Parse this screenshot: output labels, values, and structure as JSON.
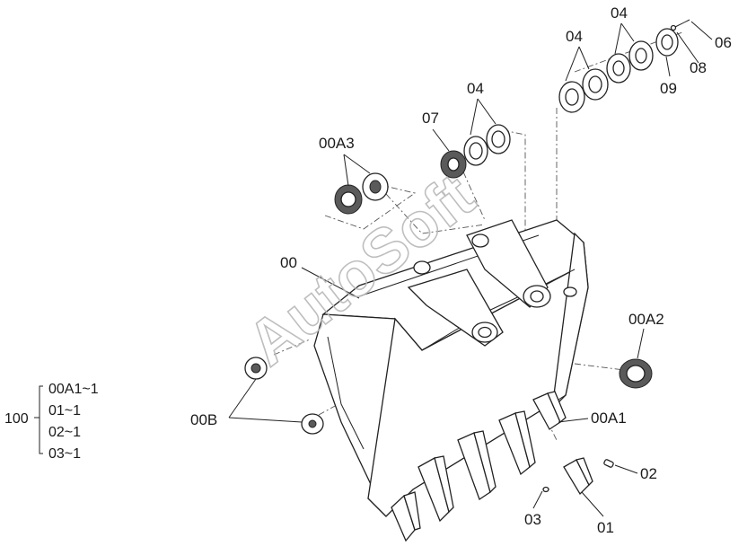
{
  "watermark": "AutoSoft",
  "callouts": {
    "c00": "00",
    "c00A3": "00A3",
    "c07": "07",
    "c04_a": "04",
    "c04_b": "04",
    "c04_c": "04",
    "c06": "06",
    "c08": "08",
    "c09": "09",
    "c00A2": "00A2",
    "c00A1": "00A1",
    "c00B": "00B",
    "c02": "02",
    "c03": "03",
    "c01": "01"
  },
  "assembly": {
    "number": "100",
    "items": [
      "00A1~1",
      "01~1",
      "02~1",
      "03~1"
    ]
  }
}
